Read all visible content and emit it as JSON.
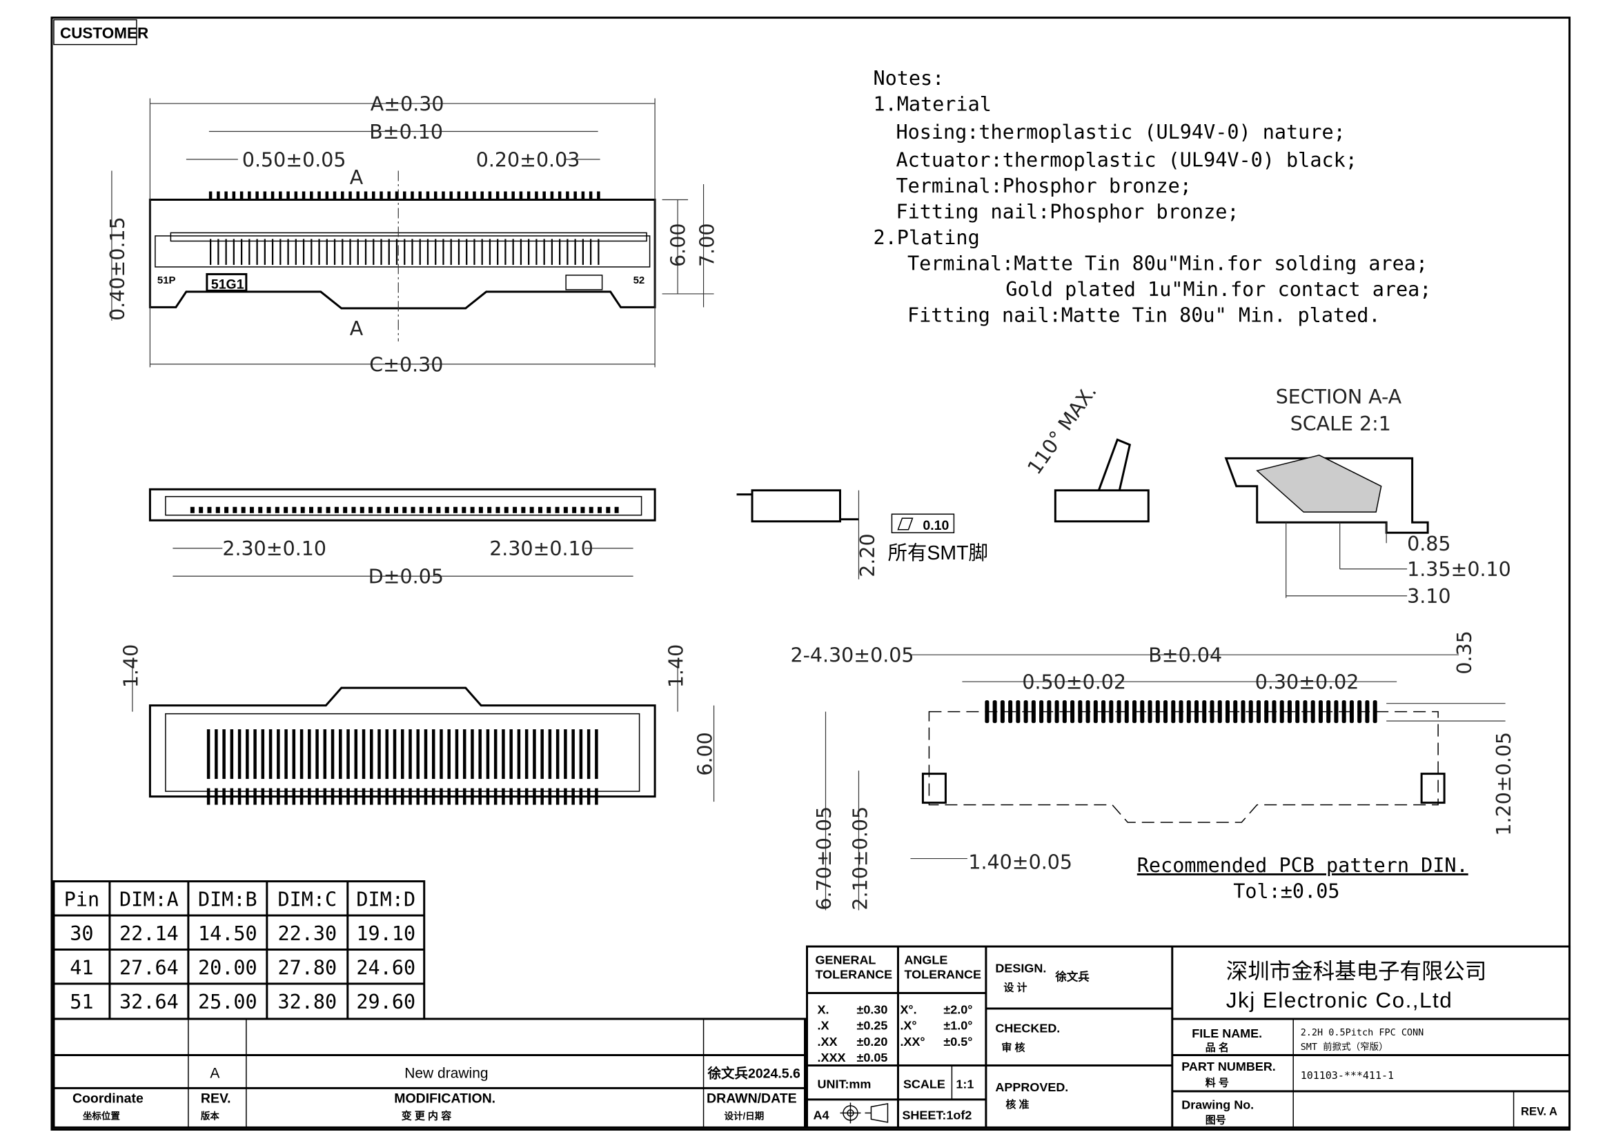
{
  "customer_label": "CUSTOMER",
  "notes": {
    "title": "Notes:",
    "lines": [
      "1.Material",
      "Hosing:thermoplastic (UL94V-0) nature;",
      "Actuator:thermoplastic (UL94V-0) black;",
      "Terminal:Phosphor bronze;",
      "Fitting nail:Phosphor bronze;",
      "2.Plating",
      "Terminal:Matte Tin 80u\"Min.for solding area;",
      "Gold plated 1u\"Min.for contact area;",
      "Fitting nail:Matte Tin 80u\" Min. plated."
    ]
  },
  "top_view": {
    "dim_a": "A±0.30",
    "dim_b": "B±0.10",
    "dim_pitch": "0.50±0.05",
    "dim_pin_w": "0.20±0.03",
    "dim_c": "C±0.30",
    "dim_height_left": "0.40±0.15",
    "dim_6": "6.00",
    "dim_7": "7.00",
    "section_mark": "A",
    "marking_left": "51P",
    "marking_center": "51G1",
    "marking_right": "52"
  },
  "front_view": {
    "dim_left": "2.30±0.10",
    "dim_right": "2.30±0.10",
    "dim_d": "D±0.05"
  },
  "side_view": {
    "dim_height": "2.20",
    "flatness": "0.10",
    "flatness_note": "所有SMT脚",
    "angle": "110° MAX."
  },
  "section": {
    "title": "SECTION A-A",
    "scale": "SCALE 2:1",
    "dim1": "0.85",
    "dim2": "1.35±0.10",
    "dim3": "3.10"
  },
  "bottom_view": {
    "dim_left": "1.40",
    "dim_right": "1.40",
    "dim_height": "6.00"
  },
  "pcb": {
    "dim_outer": "2-4.30±0.05",
    "dim_b": "B±0.04",
    "dim_pitch": "0.50±0.02",
    "dim_pad": "0.30±0.02",
    "dim_035": "0.35",
    "dim_120": "1.20±0.05",
    "dim_670": "6.70±0.05",
    "dim_210": "2.10±0.05",
    "dim_140": "1.40±0.05",
    "title": "Recommended PCB pattern DIN.",
    "tol": "Tol:±0.05"
  },
  "pin_table": {
    "headers": [
      "Pin",
      "DIM:A",
      "DIM:B",
      "DIM:C",
      "DIM:D"
    ],
    "rows": [
      [
        "30",
        "22.14",
        "14.50",
        "22.30",
        "19.10"
      ],
      [
        "41",
        "27.64",
        "20.00",
        "27.80",
        "24.60"
      ],
      [
        "51",
        "32.64",
        "25.00",
        "32.80",
        "29.60"
      ]
    ]
  },
  "revision": {
    "rev": "A",
    "modification": "New drawing",
    "drawn_date": "徐文兵2024.5.6",
    "coord_label": "Coordinate",
    "coord_cn": "坐标位置",
    "rev_label": "REV.",
    "rev_cn": "版本",
    "mod_label": "MODIFICATION.",
    "mod_cn": "变 更 内 容",
    "drawn_label": "DRAWN/DATE",
    "drawn_cn": "设计/日期"
  },
  "title_block": {
    "gen_tol_label": "GENERAL",
    "gen_tol_label2": "TOLERANCE",
    "ang_tol_label": "ANGLE",
    "ang_tol_label2": "TOLERANCE",
    "gen_tol": [
      [
        "X.",
        "±0.30"
      ],
      [
        ".X",
        "±0.25"
      ],
      [
        ".XX",
        "±0.20"
      ],
      [
        ".XXX",
        "±0.05"
      ]
    ],
    "ang_tol": [
      [
        "X°.",
        "±2.0°"
      ],
      [
        ".X°",
        "±1.0°"
      ],
      [
        ".XX°",
        "±0.5°"
      ]
    ],
    "unit": "UNIT:mm",
    "scale_label": "SCALE",
    "scale": "1:1",
    "size": "A4",
    "sheet": "SHEET:1of2",
    "design_label": "DESIGN.",
    "design_cn": "设 计",
    "designer": "徐文兵",
    "checked_label": "CHECKED.",
    "checked_cn": "审 核",
    "approved_label": "APPROVED.",
    "approved_cn": "核 准",
    "company_cn": "深圳市金科基电子有限公司",
    "company_en": "Jkj Electronic Co.,Ltd",
    "file_label": "FILE NAME.",
    "file_cn": "品 名",
    "file_name1": "2.2H 0.5Pitch FPC CONN",
    "file_name2": "SMT 前掀式（窄版）",
    "part_label": "PART NUMBER.",
    "part_cn": "料 号",
    "part_number": "101103-***411-1",
    "drawing_label": "Drawing No.",
    "drawing_cn": "图号",
    "rev": "REV. A"
  }
}
